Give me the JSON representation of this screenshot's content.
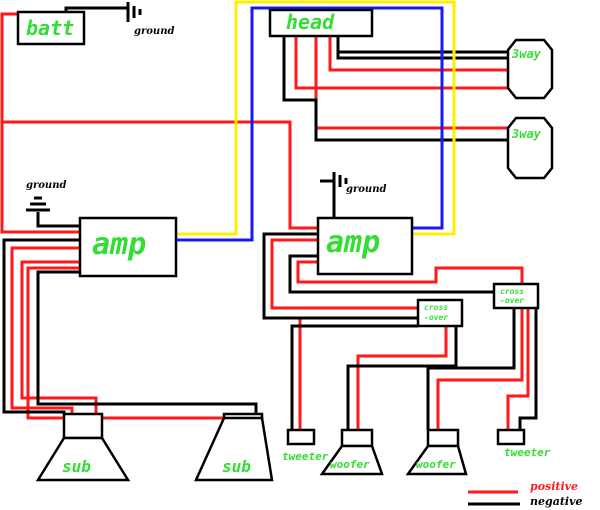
{
  "labels": {
    "battery": "batt",
    "ground_top": "ground",
    "head_unit": "head",
    "way3_top": "3way",
    "way3_bottom": "3way",
    "ground_left": "ground",
    "ground_right": "ground",
    "amp_left": "amp",
    "amp_right": "amp",
    "crossover_left_l1": "cross",
    "crossover_left_l2": "-over",
    "crossover_right_l1": "cross",
    "crossover_right_l2": "-over",
    "sub_left": "sub",
    "sub_right": "sub",
    "tweeter_left": "tweeter",
    "tweeter_right": "tweeter",
    "woofer_left": "woofer",
    "woofer_right": "woofer"
  },
  "legend": {
    "positive": "positive",
    "negative": "negative"
  },
  "colors": {
    "positive": "#ff1a1a",
    "negative": "#000000",
    "signal_yellow": "#ffee00",
    "signal_blue": "#1a1aee",
    "label_green": "#33dd33"
  }
}
